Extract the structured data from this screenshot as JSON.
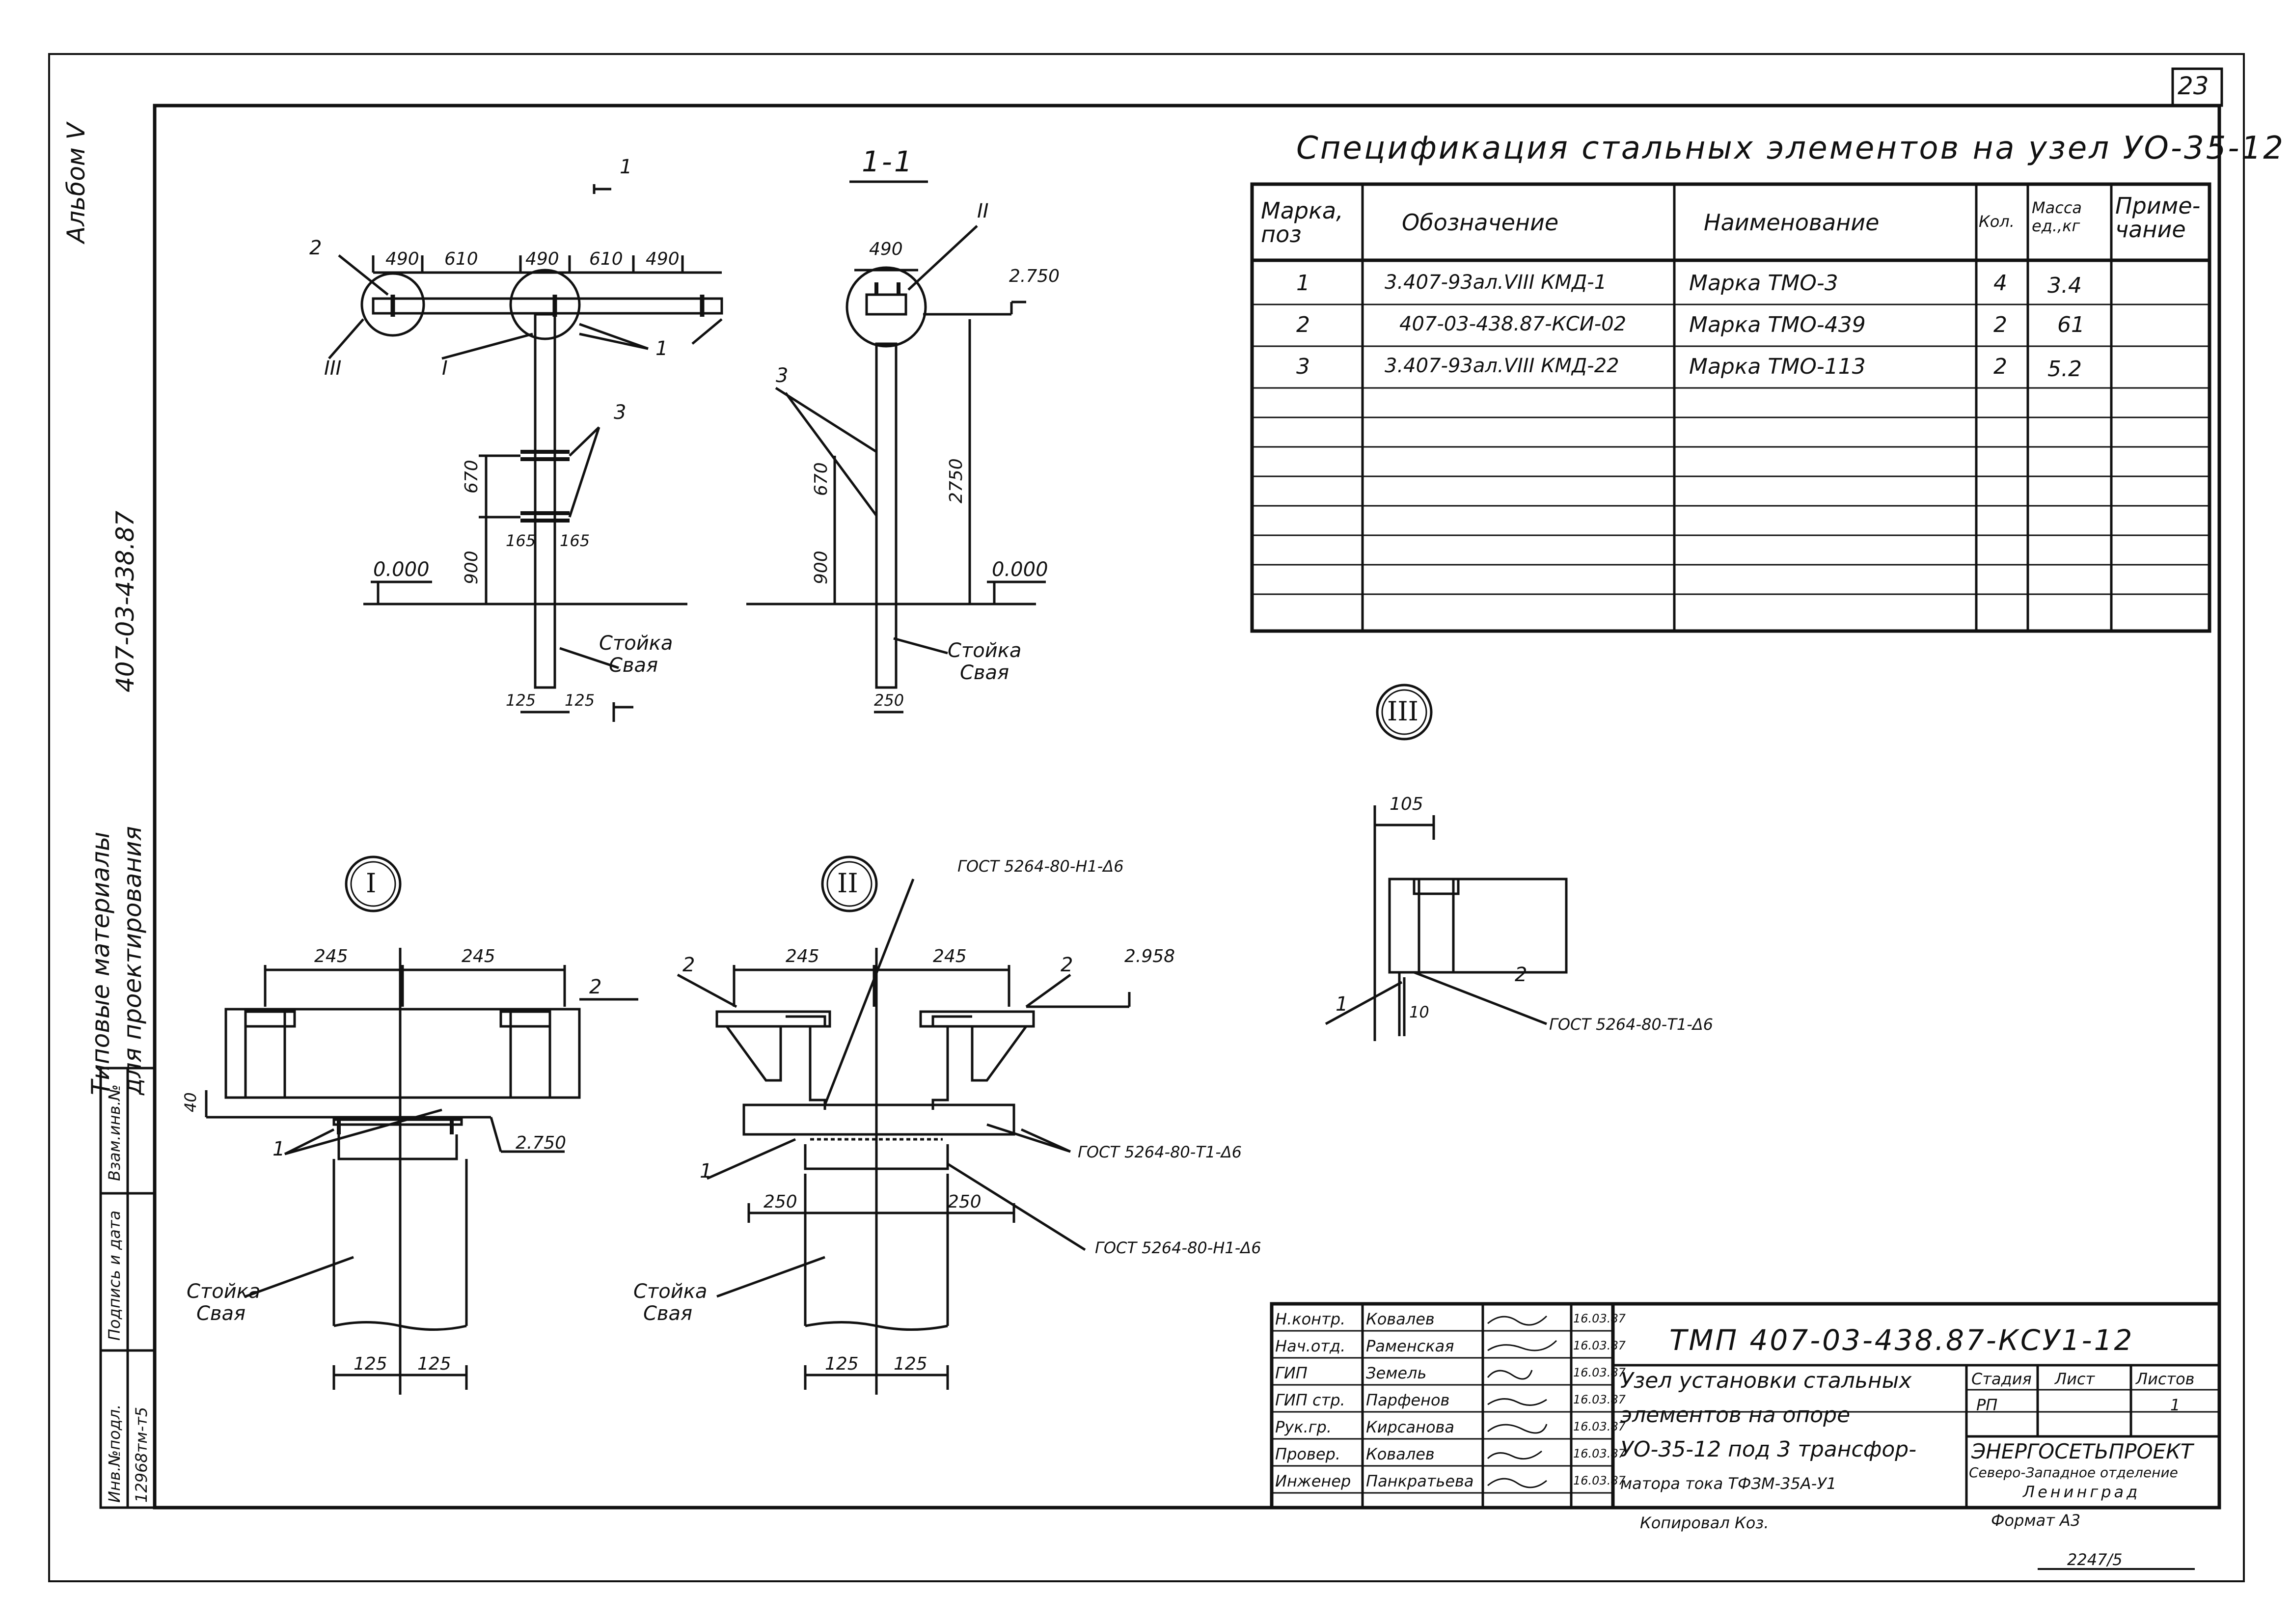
{
  "page_number": "23",
  "side": {
    "album": "Альбом V",
    "code": "407-03-438.87",
    "materials_l1": "Типовые материалы",
    "materials_l2": "для проектирования",
    "cell_inv": "Инв.№подл.",
    "cell_sign": "Подпись и дата",
    "cell_vzam": "Взам.инв.№",
    "cell_num": "12968тм-т5"
  },
  "spec": {
    "title": "Спецификация стальных элементов на узел УО-35-12",
    "headers": [
      "Марка, поз",
      "Обозначение",
      "Наименование",
      "Кол.",
      "Масса ед.,кг",
      "Приме- чание"
    ],
    "rows": [
      [
        "1",
        "3.407-93ал.VIII КМД-1",
        "Марка ТМО-3",
        "4",
        "3.4",
        ""
      ],
      [
        "2",
        "407-03-438.87-КСИ-02",
        "Марка ТМО-439",
        "2",
        "61",
        ""
      ],
      [
        "3",
        "3.407-93ал.VIII КМД-22",
        "Марка ТМО-113",
        "2",
        "5.2",
        ""
      ]
    ]
  },
  "views": {
    "front": {
      "section_mark": "1",
      "top_dims": [
        "490",
        "610",
        "490",
        "610",
        "490"
      ],
      "pos2": "2",
      "pos1": "1",
      "pos3": "3",
      "callout3": "III",
      "callout1": "I",
      "dim670": "670",
      "dim900": "900",
      "dim165a": "165",
      "dim165b": "165",
      "level": "0.000",
      "stand_l1": "Стойка",
      "stand_l2": "Свая",
      "dim125a": "125",
      "dim125b": "125"
    },
    "section": {
      "title": "1-1",
      "dim490": "490",
      "callout2": "II",
      "level_top": "2.750",
      "dim2750": "2750",
      "pos3": "3",
      "dim670": "670",
      "dim900": "900",
      "level": "0.000",
      "stand_l1": "Стойка",
      "stand_l2": "Свая",
      "dim250": "250"
    },
    "detail1": {
      "label": "I",
      "dim_a": "245",
      "dim_b": "245",
      "pos2": "2",
      "dim40": "40",
      "pos1": "1",
      "level": "2.750",
      "stand_l1": "Стойка",
      "stand_l2": "Свая",
      "dim125a": "125",
      "dim125b": "125"
    },
    "detail2": {
      "label": "II",
      "gost_top": "ГОСТ 5264-80-Н1-Δ6",
      "pos2a": "2",
      "pos2b": "2",
      "dim_a": "245",
      "dim_b": "245",
      "level": "2.958",
      "pos1": "1",
      "gost_mid": "ГОСТ 5264-80-Т1-Δ6",
      "dim250a": "250",
      "dim250b": "250",
      "gost_low": "ГОСТ 5264-80-Н1-Δ6",
      "stand_l1": "Стойка",
      "stand_l2": "Свая",
      "dim125a": "125",
      "dim125b": "125"
    },
    "detail3": {
      "label": "III",
      "dim105": "105",
      "pos2": "2",
      "pos1": "1",
      "dim10": "10",
      "gost": "ГОСТ 5264-80-Т1-Δ6"
    }
  },
  "stamp": {
    "roles": [
      "Н.контр.",
      "Нач.отд.",
      "ГИП",
      "ГИП стр.",
      "Рук.гр.",
      "Провер.",
      "Инженер"
    ],
    "names": [
      "Ковалев",
      "Раменская",
      "Земель",
      "Парфенов",
      "Кирсанова",
      "Ковалев",
      "Панкратьева"
    ],
    "dates": [
      "16.03.87",
      "16.03.87",
      "16.03.87",
      "16.03.87",
      "16.03.87",
      "16.03.87",
      "16.03.87"
    ],
    "doc_code": "ТМП 407-03-438.87-КСУ1-12",
    "desc": [
      "Узел установки стальных",
      "элементов на опоре",
      "УО-35-12 под 3 трансфор-",
      "матора тока ТФЗМ-35А-У1"
    ],
    "stage_h": "Стадия",
    "sheet_h": "Лист",
    "sheets_h": "Листов",
    "stage": "РП",
    "sheets": "1",
    "org": "ЭНЕРГОСЕТЬПРОЕКТ",
    "branch": "Северо-Западное отделение",
    "city": "Ленинград"
  },
  "footer": {
    "copied": "Копировал Коз.",
    "format": "Формат А3",
    "archive": "2247/5"
  }
}
